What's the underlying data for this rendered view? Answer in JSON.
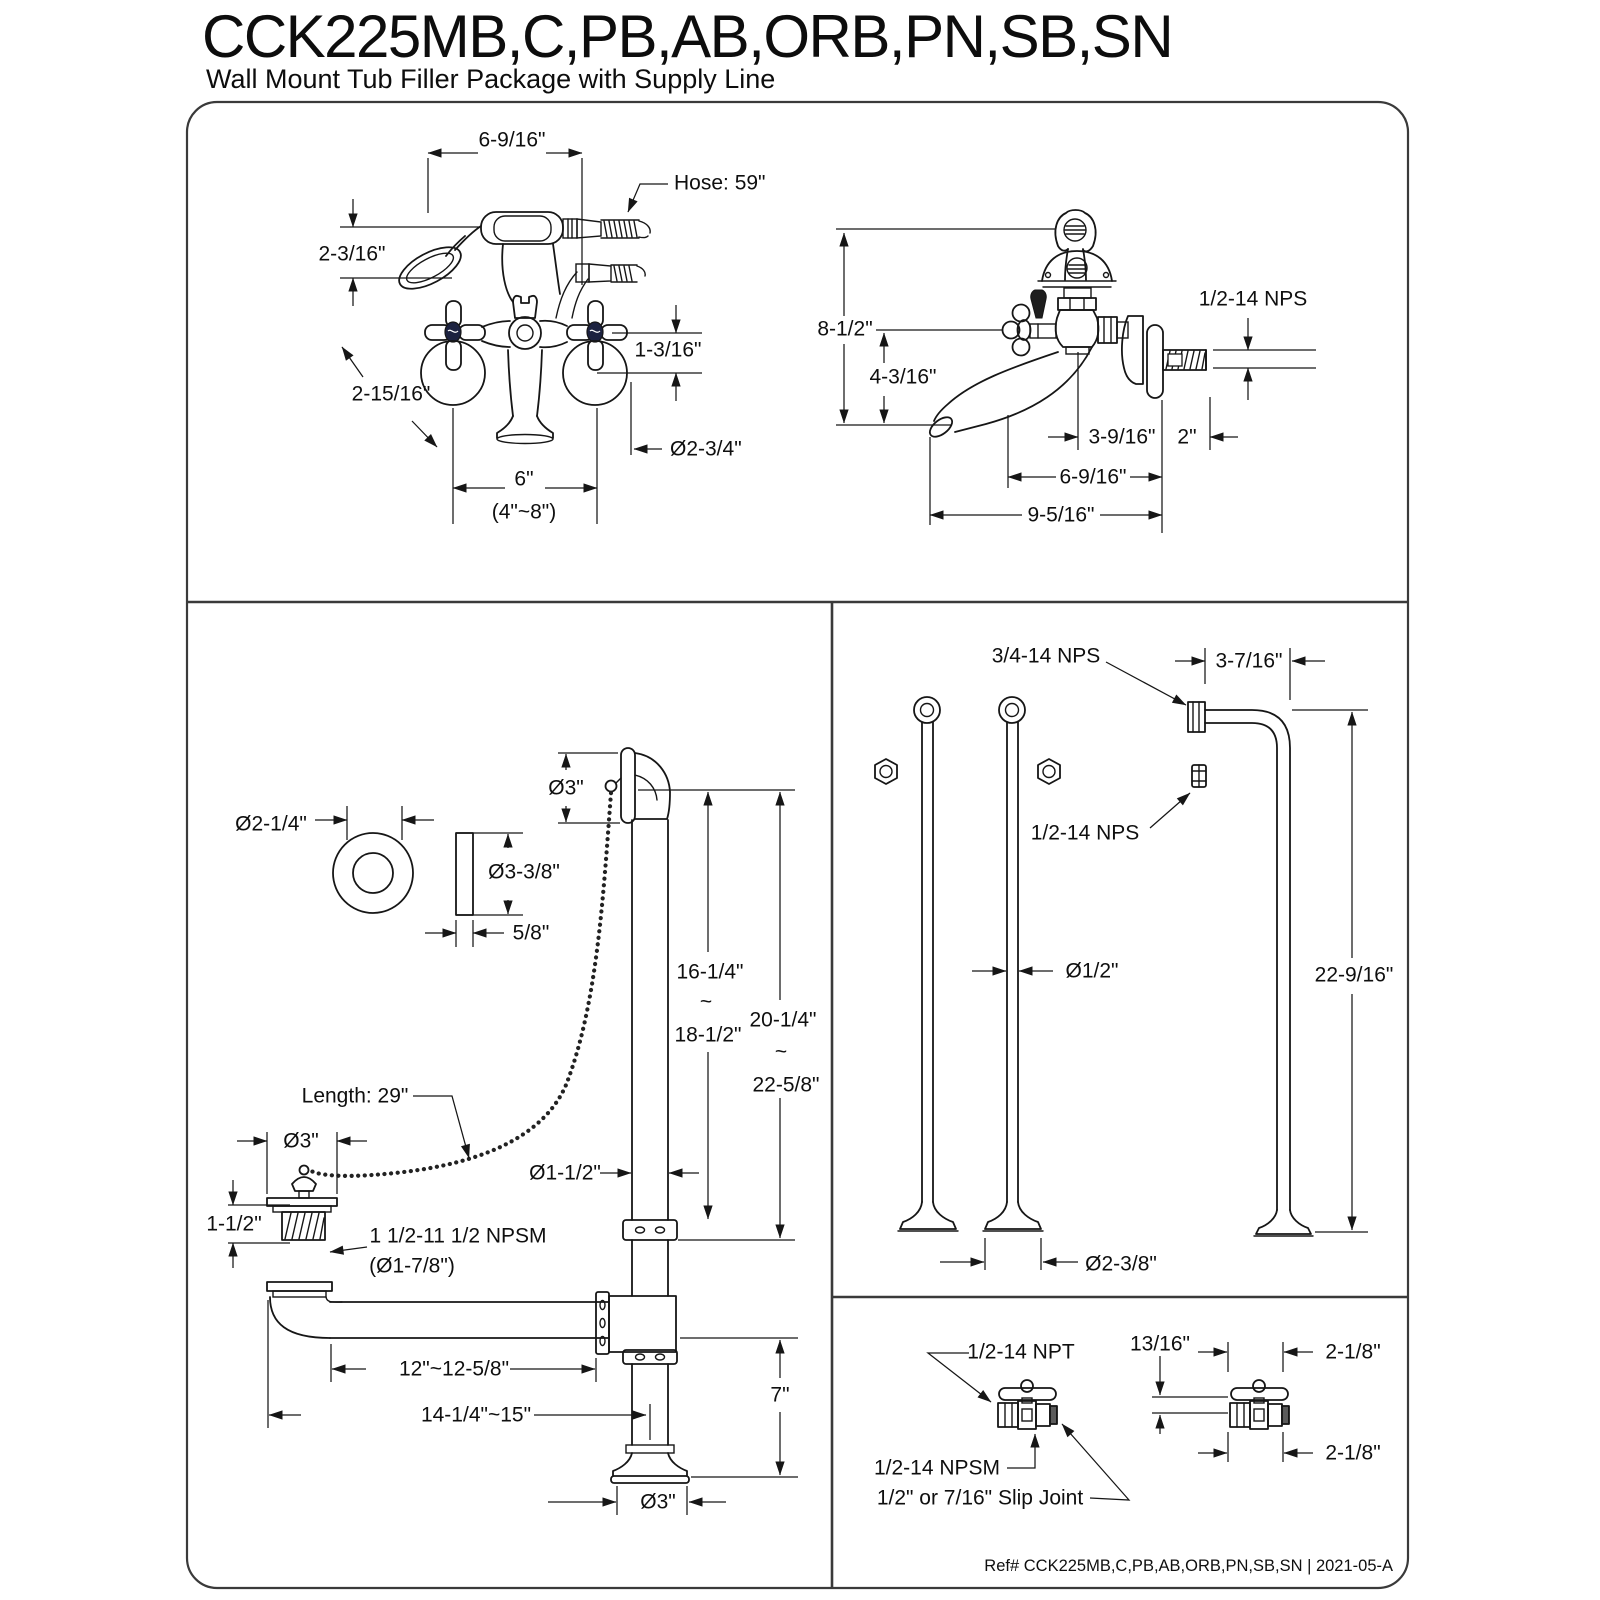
{
  "header": {
    "model": "CCK225MB,C,PB,AB,ORB,PN,SB,SN",
    "subtitle": "Wall Mount Tub Filler Package with Supply Line"
  },
  "footer": {
    "ref": "Ref# CCK225MB,C,PB,AB,ORB,PN,SB,SN | 2021-05-A"
  },
  "front": {
    "width_top": "6-9/16\"",
    "hose": "Hose: 59\"",
    "head_height": "2-3/16\"",
    "handle_size": "2-15/16\"",
    "outlet_offset": "1-3/16\"",
    "escutcheon_dia": "Ø2-3/4\"",
    "centers": "6\"",
    "centers_range": "(4\"~8\")"
  },
  "side": {
    "height": "8-1/2\"",
    "spout_drop": "4-3/16\"",
    "nipple_thread": "1/2-14 NPS",
    "body_depth": "3-9/16\"",
    "nipple_len": "2\"",
    "depth": "6-9/16\"",
    "reach": "9-5/16\""
  },
  "drain": {
    "gasket_od": "Ø2-1/4\"",
    "gasket_id": "Ø3-3/8\"",
    "gasket_thk": "5/8\"",
    "overflow_dia": "Ø3\"",
    "riser_min": "16-1/4\"",
    "riser_tilde": "~",
    "riser_max": "18-1/2\"",
    "overall_min": "20-1/4\"",
    "overall_tilde": "~",
    "overall_max": "22-5/8\"",
    "chain": "Length: 29\"",
    "strainer_dia": "Ø3\"",
    "pipe_dia": "Ø1-1/2\"",
    "strainer_h": "1-1/2\"",
    "thread": "1 1/2-11 1/2 NPSM",
    "thread_dia": "(Ø1-7/8\")",
    "run": "12\"~12-5/8\"",
    "overall_run": "14-1/4\"~15\"",
    "base_h": "7\"",
    "base_dia": "Ø3\""
  },
  "supply": {
    "top_thread": "3/4-14 NPS",
    "offset": "3-7/16\"",
    "mid_thread": "1/2-14 NPS",
    "pipe_dia": "Ø1/2\"",
    "height": "22-9/16\"",
    "base_dia": "Ø2-3/8\""
  },
  "valves": {
    "inlet": "1/2-14 NPT",
    "offset": "13/16\"",
    "width_top": "2-1/8\"",
    "outlet": "1/2-14 NPSM",
    "slip": "1/2\" or 7/16\" Slip Joint",
    "width_bottom": "2-1/8\""
  }
}
